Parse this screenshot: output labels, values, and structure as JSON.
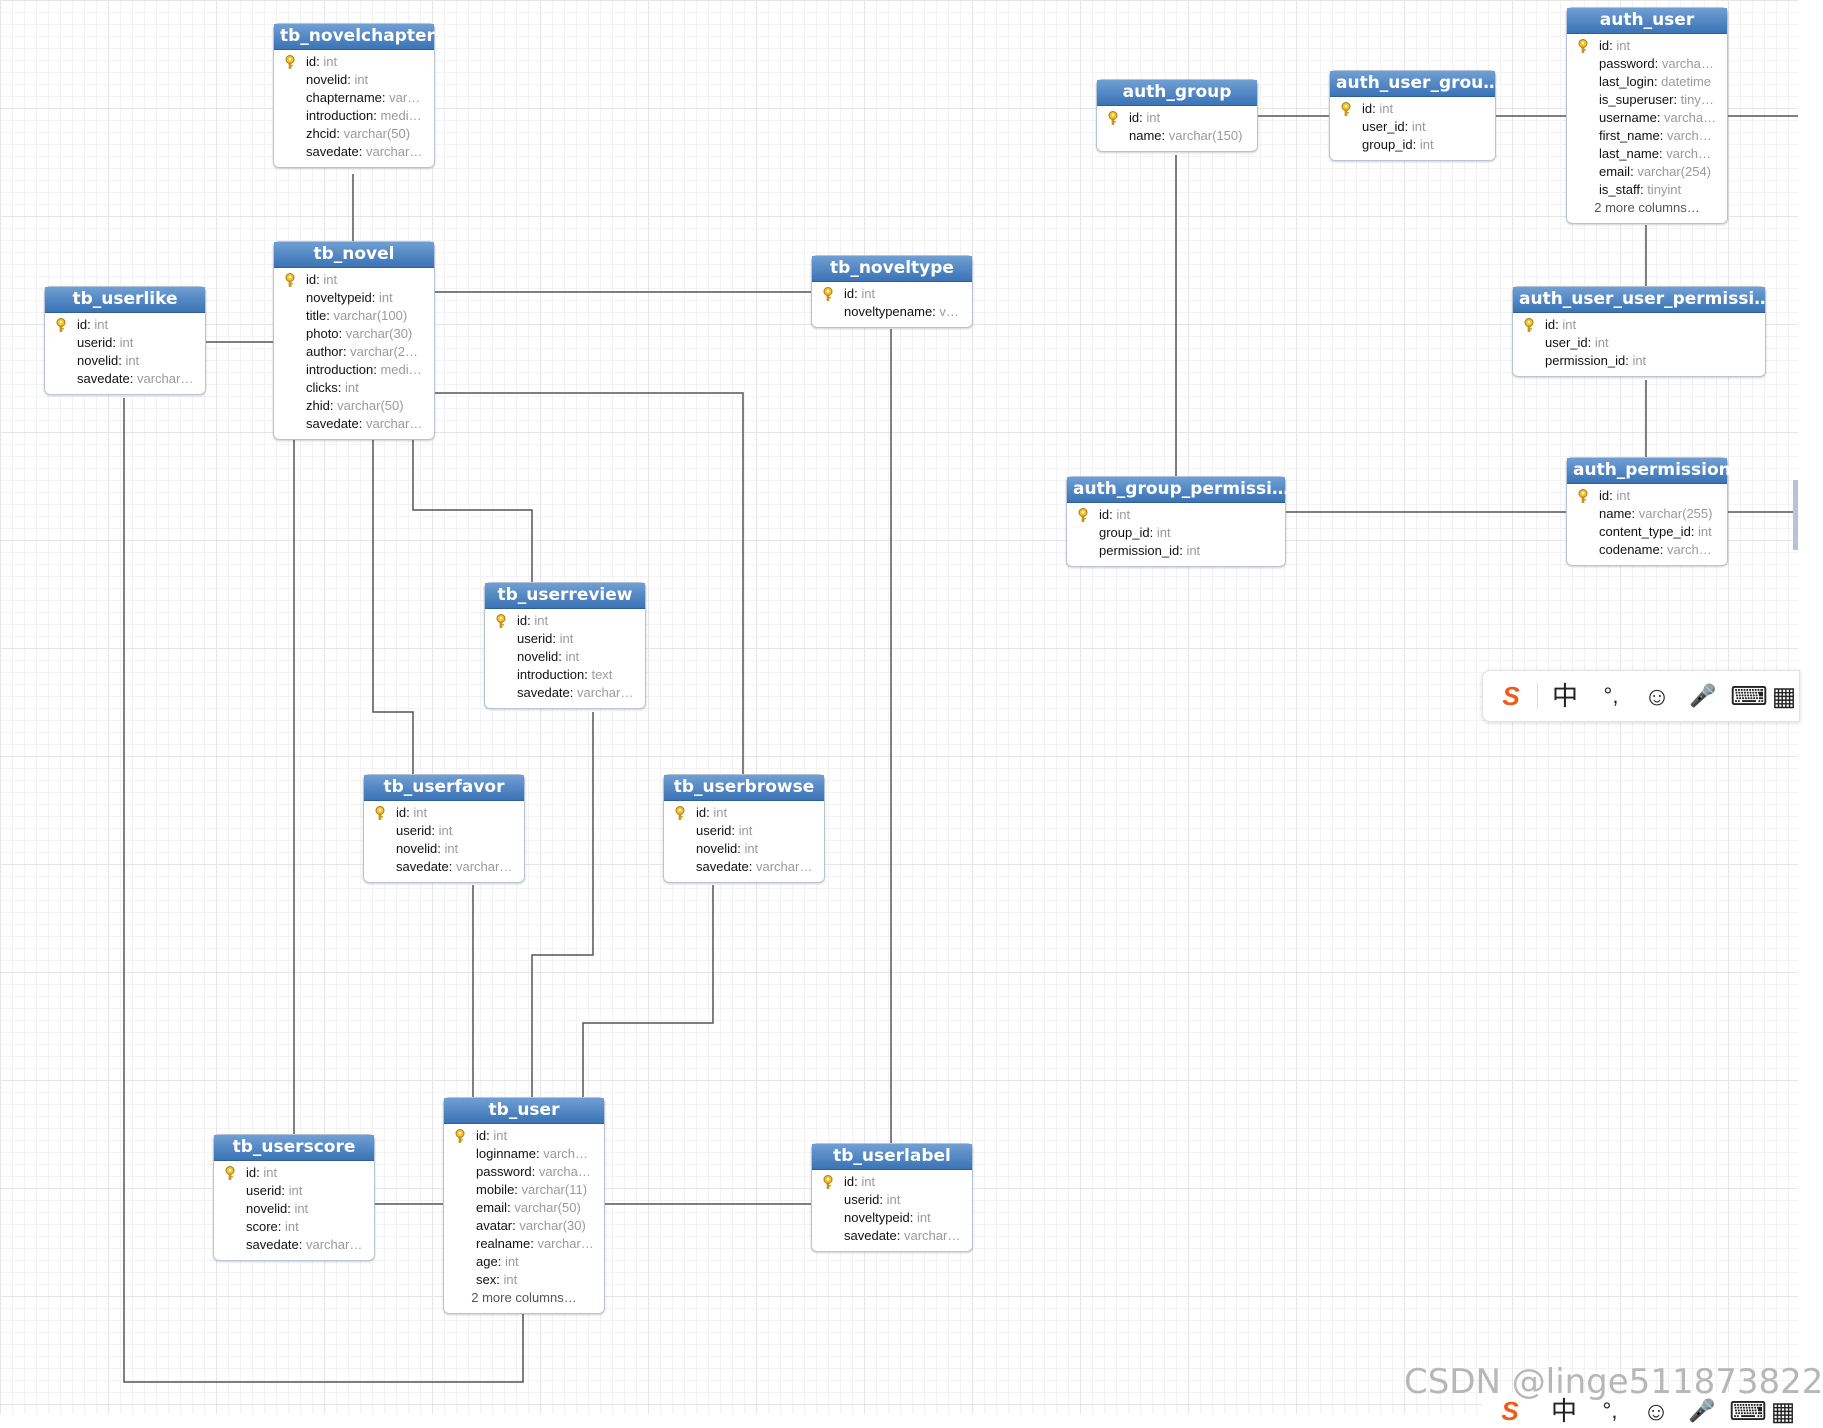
{
  "tables": [
    {
      "id": "tb_novelchapter",
      "title": "tb_novelchapter",
      "cols": [
        [
          "id",
          "int"
        ],
        [
          "novelid",
          "int"
        ],
        [
          "chaptername",
          "var…"
        ],
        [
          "introduction",
          "medi…"
        ],
        [
          "zhcid",
          "varchar(50)"
        ],
        [
          "savedate",
          "varchar…"
        ]
      ]
    },
    {
      "id": "tb_novel",
      "title": "tb_novel",
      "cols": [
        [
          "id",
          "int"
        ],
        [
          "noveltypeid",
          "int"
        ],
        [
          "title",
          "varchar(100)"
        ],
        [
          "photo",
          "varchar(30)"
        ],
        [
          "author",
          "varchar(2…"
        ],
        [
          "introduction",
          "medi…"
        ],
        [
          "clicks",
          "int"
        ],
        [
          "zhid",
          "varchar(50)"
        ],
        [
          "savedate",
          "varchar…"
        ]
      ]
    },
    {
      "id": "tb_userlike",
      "title": "tb_userlike",
      "cols": [
        [
          "id",
          "int"
        ],
        [
          "userid",
          "int"
        ],
        [
          "novelid",
          "int"
        ],
        [
          "savedate",
          "varchar…"
        ]
      ]
    },
    {
      "id": "tb_noveltype",
      "title": "tb_noveltype",
      "cols": [
        [
          "id",
          "int"
        ],
        [
          "noveltypename",
          "v…"
        ]
      ]
    },
    {
      "id": "tb_userreview",
      "title": "tb_userreview",
      "cols": [
        [
          "id",
          "int"
        ],
        [
          "userid",
          "int"
        ],
        [
          "novelid",
          "int"
        ],
        [
          "introduction",
          "text"
        ],
        [
          "savedate",
          "varchar…"
        ]
      ]
    },
    {
      "id": "tb_userfavor",
      "title": "tb_userfavor",
      "cols": [
        [
          "id",
          "int"
        ],
        [
          "userid",
          "int"
        ],
        [
          "novelid",
          "int"
        ],
        [
          "savedate",
          "varchar…"
        ]
      ]
    },
    {
      "id": "tb_userbrowse",
      "title": "tb_userbrowse",
      "cols": [
        [
          "id",
          "int"
        ],
        [
          "userid",
          "int"
        ],
        [
          "novelid",
          "int"
        ],
        [
          "savedate",
          "varchar…"
        ]
      ]
    },
    {
      "id": "tb_user",
      "title": "tb_user",
      "cols": [
        [
          "id",
          "int"
        ],
        [
          "loginname",
          "varch…"
        ],
        [
          "password",
          "varcha…"
        ],
        [
          "mobile",
          "varchar(11)"
        ],
        [
          "email",
          "varchar(50)"
        ],
        [
          "avatar",
          "varchar(30)"
        ],
        [
          "realname",
          "varchar…"
        ],
        [
          "age",
          "int"
        ],
        [
          "sex",
          "int"
        ]
      ],
      "more": "2 more columns…"
    },
    {
      "id": "tb_userscore",
      "title": "tb_userscore",
      "cols": [
        [
          "id",
          "int"
        ],
        [
          "userid",
          "int"
        ],
        [
          "novelid",
          "int"
        ],
        [
          "score",
          "int"
        ],
        [
          "savedate",
          "varchar…"
        ]
      ]
    },
    {
      "id": "tb_userlabel",
      "title": "tb_userlabel",
      "cols": [
        [
          "id",
          "int"
        ],
        [
          "userid",
          "int"
        ],
        [
          "noveltypeid",
          "int"
        ],
        [
          "savedate",
          "varchar…"
        ]
      ]
    },
    {
      "id": "auth_group",
      "title": "auth_group",
      "cols": [
        [
          "id",
          "int"
        ],
        [
          "name",
          "varchar(150)"
        ]
      ]
    },
    {
      "id": "auth_user_groups",
      "title": "auth_user_grou…",
      "cols": [
        [
          "id",
          "int"
        ],
        [
          "user_id",
          "int"
        ],
        [
          "group_id",
          "int"
        ]
      ]
    },
    {
      "id": "auth_user",
      "title": "auth_user",
      "cols": [
        [
          "id",
          "int"
        ],
        [
          "password",
          "varcha…"
        ],
        [
          "last_login",
          "datetime"
        ],
        [
          "is_superuser",
          "tiny…"
        ],
        [
          "username",
          "varcha…"
        ],
        [
          "first_name",
          "varch…"
        ],
        [
          "last_name",
          "varch…"
        ],
        [
          "email",
          "varchar(254)"
        ],
        [
          "is_staff",
          "tinyint"
        ]
      ],
      "more": "2 more columns…"
    },
    {
      "id": "auth_user_user_permissions",
      "title": "auth_user_user_permissi…",
      "cols": [
        [
          "id",
          "int"
        ],
        [
          "user_id",
          "int"
        ],
        [
          "permission_id",
          "int"
        ]
      ]
    },
    {
      "id": "auth_group_permissions",
      "title": "auth_group_permissi…",
      "cols": [
        [
          "id",
          "int"
        ],
        [
          "group_id",
          "int"
        ],
        [
          "permission_id",
          "int"
        ]
      ]
    },
    {
      "id": "auth_permission",
      "title": "auth_permission",
      "cols": [
        [
          "id",
          "int"
        ],
        [
          "name",
          "varchar(255)"
        ],
        [
          "content_type_id",
          "int"
        ],
        [
          "codename",
          "varch…"
        ]
      ]
    }
  ],
  "ime_toolbar": {
    "logo": "S",
    "items": [
      "中",
      "°,",
      "☺",
      "🎤",
      "⌨",
      "▦"
    ]
  },
  "watermark": "CSDN @linge511873822",
  "colors": {
    "header_top": "#6f9fd3",
    "header_bottom": "#3b73b6",
    "line": "#555555",
    "key": "#e8b21c",
    "ime_logo": "#f05a1a"
  }
}
